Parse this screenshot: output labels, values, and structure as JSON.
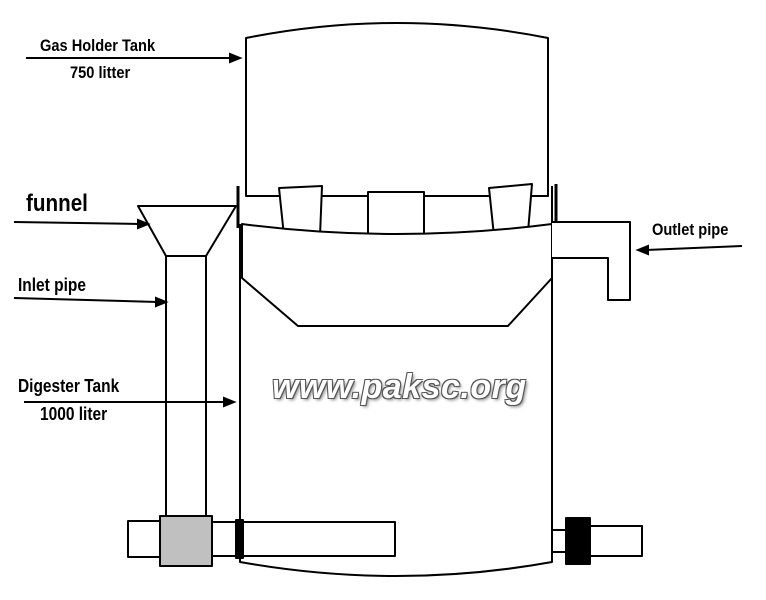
{
  "labels": {
    "gas_holder_title": "Gas Holder Tank",
    "gas_holder_capacity": "750 litter",
    "funnel": "funnel",
    "inlet_pipe": "Inlet pipe",
    "digester_title": "Digester Tank",
    "digester_capacity": "1000 liter",
    "outlet_pipe": "Outlet pipe"
  },
  "watermark": "www.paksc.org",
  "colors": {
    "line": "#000000",
    "fill": "#ffffff",
    "coupling_grey": "#c0c0c0",
    "coupling_black": "#000000"
  }
}
